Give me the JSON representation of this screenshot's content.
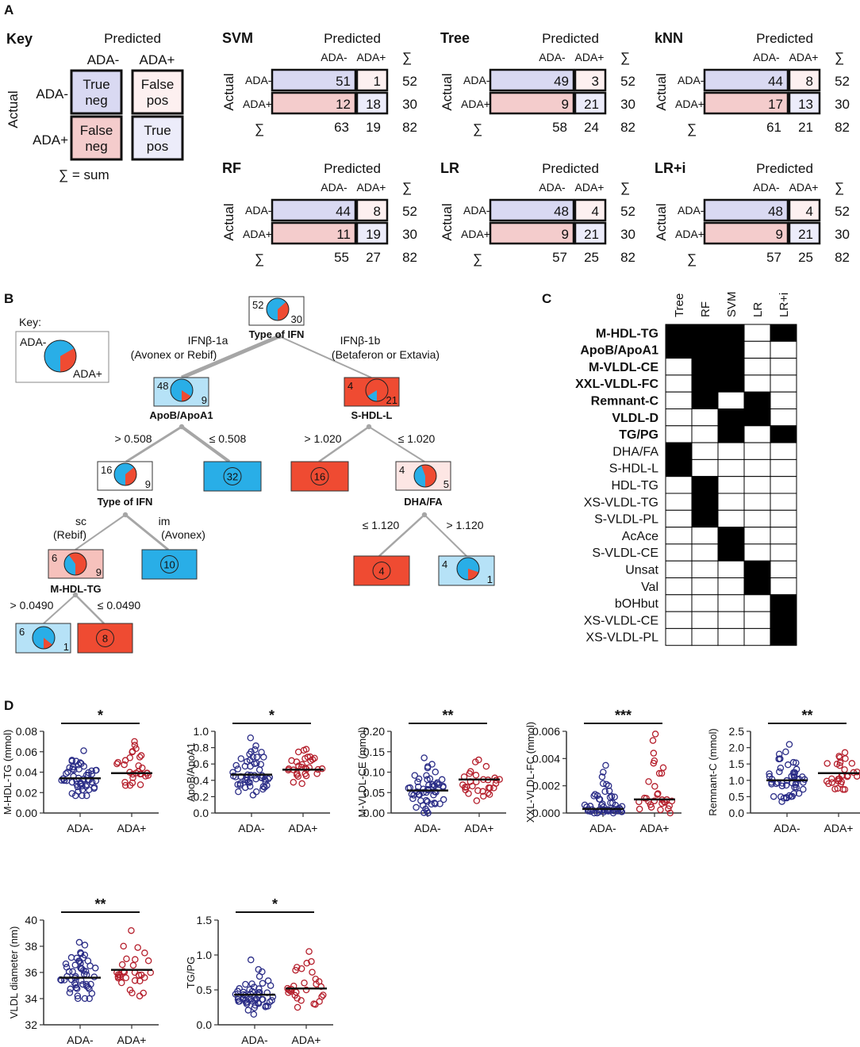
{
  "colors": {
    "tn_fill": "#d9d9f2",
    "fp_fill": "#fdf0f0",
    "fn_fill": "#f4cccc",
    "tp_fill": "#ececfa",
    "tree_blue": "#29aee7",
    "tree_light_blue": "#b6e2f7",
    "tree_red": "#ef4b32",
    "tree_light_red": "#f6c1bc",
    "tree_pale_red": "#fde6e4",
    "edge_gray": "#a6a6a6",
    "dot_blue": "#2b2d87",
    "dot_red": "#b51f2c",
    "matrix_black": "#000000"
  },
  "panel_a": {
    "label": "A",
    "key": {
      "title": "Key",
      "predicted": "Predicted",
      "actual": "Actual",
      "col_neg": "ADA-",
      "col_pos": "ADA+",
      "row_neg": "ADA-",
      "row_pos": "ADA+",
      "tn": [
        "True",
        "neg"
      ],
      "fp": [
        "False",
        "pos"
      ],
      "fn": [
        "False",
        "neg"
      ],
      "tp": [
        "True",
        "pos"
      ],
      "sum_note": "∑ = sum"
    },
    "labels": {
      "predicted": "Predicted",
      "actual": "Actual",
      "neg": "ADA-",
      "pos": "ADA+",
      "sum": "∑"
    },
    "models": [
      {
        "name": "SVM",
        "tn": 51,
        "fp": 1,
        "fn": 12,
        "tp": 18,
        "row_neg": 52,
        "row_pos": 30,
        "col_neg": 63,
        "col_pos": 19,
        "total": 82
      },
      {
        "name": "Tree",
        "tn": 49,
        "fp": 3,
        "fn": 9,
        "tp": 21,
        "row_neg": 52,
        "row_pos": 30,
        "col_neg": 58,
        "col_pos": 24,
        "total": 82
      },
      {
        "name": "kNN",
        "tn": 44,
        "fp": 8,
        "fn": 17,
        "tp": 13,
        "row_neg": 52,
        "row_pos": 30,
        "col_neg": 61,
        "col_pos": 21,
        "total": 82
      },
      {
        "name": "RF",
        "tn": 44,
        "fp": 8,
        "fn": 11,
        "tp": 19,
        "row_neg": 52,
        "row_pos": 30,
        "col_neg": 55,
        "col_pos": 27,
        "total": 82
      },
      {
        "name": "LR",
        "tn": 48,
        "fp": 4,
        "fn": 9,
        "tp": 21,
        "row_neg": 52,
        "row_pos": 30,
        "col_neg": 57,
        "col_pos": 25,
        "total": 82
      },
      {
        "name": "LR+i",
        "tn": 48,
        "fp": 4,
        "fn": 9,
        "tp": 21,
        "row_neg": 52,
        "row_pos": 30,
        "col_neg": 57,
        "col_pos": 25,
        "total": 82
      }
    ]
  },
  "panel_b": {
    "label": "B",
    "key": {
      "title": "Key:",
      "neg": "ADA-",
      "pos": "ADA+"
    },
    "nodes": [
      {
        "id": "root",
        "neg": 52,
        "pos": 30,
        "label": "Type of IFN"
      },
      {
        "id": "apob",
        "neg": 48,
        "pos": 9,
        "label": "ApoB/ApoA1"
      },
      {
        "id": "shdl",
        "neg": 4,
        "pos": 21,
        "label": "S-HDL-L"
      },
      {
        "id": "type2",
        "neg": 16,
        "pos": 9,
        "label": "Type of IFN"
      },
      {
        "id": "leaf32",
        "count": 32,
        "class": "neg"
      },
      {
        "id": "leaf16",
        "count": 16,
        "class": "pos"
      },
      {
        "id": "dha",
        "neg": 4,
        "pos": 5,
        "label": "DHA/FA"
      },
      {
        "id": "mhdl",
        "neg": 6,
        "pos": 9,
        "label": "M-HDL-TG"
      },
      {
        "id": "leaf10",
        "count": 10,
        "class": "neg"
      },
      {
        "id": "leaf4",
        "count": 4,
        "class": "pos"
      },
      {
        "id": "leaf41",
        "neg": 4,
        "pos": 1
      },
      {
        "id": "leaf61",
        "neg": 6,
        "pos": 1
      },
      {
        "id": "leaf8",
        "count": 8,
        "class": "pos"
      }
    ],
    "edges": {
      "root_left": [
        "IFNβ-1a",
        "(Avonex or Rebif)"
      ],
      "root_right": [
        "IFNβ-1b",
        "(Betaferon or Extavia)"
      ],
      "apob_left": "> 0.508",
      "apob_right": "≤ 0.508",
      "shdl_left": "> 1.020",
      "shdl_right": "≤ 1.020",
      "type2_left": [
        "sc",
        "(Rebif)"
      ],
      "type2_right": [
        "im",
        "(Avonex)"
      ],
      "dha_left": "≤ 1.120",
      "dha_right": "> 1.120",
      "mhdl_left": "> 0.0490",
      "mhdl_right": "≤ 0.0490"
    }
  },
  "panel_c": {
    "label": "C",
    "columns": [
      "Tree",
      "RF",
      "SVM",
      "LR",
      "LR+i"
    ],
    "rows": [
      {
        "name": "M-HDL-TG",
        "bold": true,
        "cells": [
          1,
          1,
          1,
          0,
          1
        ]
      },
      {
        "name": "ApoB/ApoA1",
        "bold": true,
        "cells": [
          1,
          1,
          1,
          0,
          0
        ]
      },
      {
        "name": "M-VLDL-CE",
        "bold": true,
        "cells": [
          0,
          1,
          1,
          0,
          0
        ]
      },
      {
        "name": "XXL-VLDL-FC",
        "bold": true,
        "cells": [
          0,
          1,
          1,
          0,
          0
        ]
      },
      {
        "name": "Remnant-C",
        "bold": true,
        "cells": [
          0,
          1,
          0,
          1,
          0
        ]
      },
      {
        "name": "VLDL-D",
        "bold": true,
        "cells": [
          0,
          0,
          1,
          1,
          0
        ]
      },
      {
        "name": "TG/PG",
        "bold": true,
        "cells": [
          0,
          0,
          1,
          0,
          1
        ]
      },
      {
        "name": "DHA/FA",
        "bold": false,
        "cells": [
          1,
          0,
          0,
          0,
          0
        ]
      },
      {
        "name": "S-HDL-L",
        "bold": false,
        "cells": [
          1,
          0,
          0,
          0,
          0
        ]
      },
      {
        "name": "HDL-TG",
        "bold": false,
        "cells": [
          0,
          1,
          0,
          0,
          0
        ]
      },
      {
        "name": "XS-VLDL-TG",
        "bold": false,
        "cells": [
          0,
          1,
          0,
          0,
          0
        ]
      },
      {
        "name": "S-VLDL-PL",
        "bold": false,
        "cells": [
          0,
          1,
          0,
          0,
          0
        ]
      },
      {
        "name": "AcAce",
        "bold": false,
        "cells": [
          0,
          0,
          1,
          0,
          0
        ]
      },
      {
        "name": "S-VLDL-CE",
        "bold": false,
        "cells": [
          0,
          0,
          1,
          0,
          0
        ]
      },
      {
        "name": "Unsat",
        "bold": false,
        "cells": [
          0,
          0,
          0,
          1,
          0
        ]
      },
      {
        "name": "Val",
        "bold": false,
        "cells": [
          0,
          0,
          0,
          1,
          0
        ]
      },
      {
        "name": "bOHbut",
        "bold": false,
        "cells": [
          0,
          0,
          0,
          0,
          1
        ]
      },
      {
        "name": "XS-VLDL-CE",
        "bold": false,
        "cells": [
          0,
          0,
          0,
          0,
          1
        ]
      },
      {
        "name": "XS-VLDL-PL",
        "bold": false,
        "cells": [
          0,
          0,
          0,
          0,
          1
        ]
      }
    ]
  },
  "panel_d": {
    "label": "D",
    "groups": [
      "ADA-",
      "ADA+"
    ]
  },
  "chart_data": [
    {
      "type": "scatter",
      "ylabel": "M-HDL-TG (mmol)",
      "categories": [
        "ADA-",
        "ADA+"
      ],
      "ylim": [
        0,
        0.08
      ],
      "yticks": [
        "0.00",
        "0.02",
        "0.04",
        "0.06",
        "0.08"
      ],
      "ytick_values": [
        0,
        0.02,
        0.04,
        0.06,
        0.08
      ],
      "medians": [
        0.034,
        0.039
      ],
      "spread": [
        [
          0.017,
          0.061
        ],
        [
          0.027,
          0.07
        ]
      ],
      "n": [
        52,
        30
      ],
      "significance": "*"
    },
    {
      "type": "scatter",
      "ylabel": "ApoB/ApoA1",
      "categories": [
        "ADA-",
        "ADA+"
      ],
      "ylim": [
        0,
        1.0
      ],
      "yticks": [
        "0.0",
        "0.2",
        "0.4",
        "0.6",
        "0.8",
        "1.0"
      ],
      "ytick_values": [
        0,
        0.2,
        0.4,
        0.6,
        0.8,
        1.0
      ],
      "medians": [
        0.47,
        0.53
      ],
      "spread": [
        [
          0.22,
          0.92
        ],
        [
          0.36,
          0.78
        ]
      ],
      "n": [
        52,
        30
      ],
      "significance": "*"
    },
    {
      "type": "scatter",
      "ylabel": "M-VLDL-CE (mmol)",
      "categories": [
        "ADA-",
        "ADA+"
      ],
      "ylim": [
        0,
        0.2
      ],
      "yticks": [
        "0.00",
        "0.05",
        "0.10",
        "0.15",
        "0.20"
      ],
      "ytick_values": [
        0,
        0.05,
        0.1,
        0.15,
        0.2
      ],
      "medians": [
        0.055,
        0.082
      ],
      "spread": [
        [
          0.0,
          0.135
        ],
        [
          0.03,
          0.13
        ]
      ],
      "n": [
        52,
        30
      ],
      "significance": "**"
    },
    {
      "type": "scatter",
      "ylabel": "XXL-VLDL-FC (mmol)",
      "categories": [
        "ADA-",
        "ADA+"
      ],
      "ylim": [
        0,
        0.006
      ],
      "yticks": [
        "0.000",
        "0.002",
        "0.004",
        "0.006"
      ],
      "ytick_values": [
        0,
        0.002,
        0.004,
        0.006
      ],
      "medians": [
        0.0003,
        0.001
      ],
      "spread": [
        [
          0.0,
          0.0035
        ],
        [
          0.0,
          0.0058
        ]
      ],
      "n": [
        52,
        30
      ],
      "significance": "***"
    },
    {
      "type": "scatter",
      "ylabel": "Remnant-C (mmol)",
      "categories": [
        "ADA-",
        "ADA+"
      ],
      "ylim": [
        0,
        2.5
      ],
      "yticks": [
        "0.0",
        "0.5",
        "1.0",
        "1.5",
        "2.0",
        "2.5"
      ],
      "ytick_values": [
        0,
        0.5,
        1.0,
        1.5,
        2.0,
        2.5
      ],
      "medians": [
        1.0,
        1.22
      ],
      "spread": [
        [
          0.35,
          2.1
        ],
        [
          0.72,
          1.85
        ]
      ],
      "n": [
        52,
        30
      ],
      "significance": "**"
    },
    {
      "type": "scatter",
      "ylabel": "VLDL diameter (nm)",
      "categories": [
        "ADA-",
        "ADA+"
      ],
      "ylim": [
        32,
        40
      ],
      "yticks": [
        "32",
        "34",
        "36",
        "38",
        "40"
      ],
      "ytick_values": [
        32,
        34,
        36,
        38,
        40
      ],
      "medians": [
        35.6,
        36.2
      ],
      "spread": [
        [
          34.0,
          38.3
        ],
        [
          34.2,
          39.2
        ]
      ],
      "n": [
        52,
        30
      ],
      "significance": "**"
    },
    {
      "type": "scatter",
      "ylabel": "TG/PG",
      "categories": [
        "ADA-",
        "ADA+"
      ],
      "ylim": [
        0,
        1.5
      ],
      "yticks": [
        "0.0",
        "0.5",
        "1.0",
        "1.5"
      ],
      "ytick_values": [
        0,
        0.5,
        1.0,
        1.5
      ],
      "medians": [
        0.43,
        0.52
      ],
      "spread": [
        [
          0.15,
          0.93
        ],
        [
          0.25,
          1.05
        ]
      ],
      "n": [
        52,
        30
      ],
      "significance": "*"
    }
  ]
}
